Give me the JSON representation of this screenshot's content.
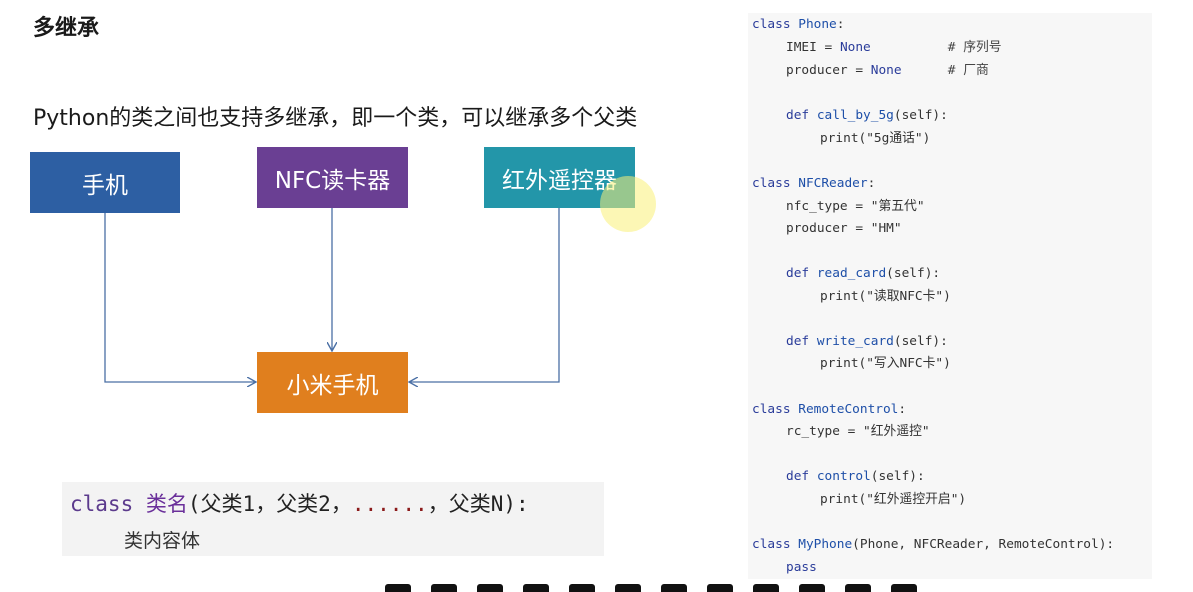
{
  "heading": "多继承",
  "intro": "Python的类之间也支持多继承，即一个类，可以继承多个父类",
  "diagram": {
    "nodes": [
      {
        "id": "phone",
        "label": "手机",
        "color": "#2d5fa3"
      },
      {
        "id": "nfc",
        "label": "NFC读卡器",
        "color": "#6a3f93"
      },
      {
        "id": "ir",
        "label": "红外遥控器",
        "color": "#2396a9"
      },
      {
        "id": "mi",
        "label": "小米手机",
        "color": "#e07f1e"
      }
    ],
    "edges": [
      {
        "from": "phone",
        "to": "mi"
      },
      {
        "from": "nfc",
        "to": "mi"
      },
      {
        "from": "ir",
        "to": "mi"
      }
    ]
  },
  "syntax": {
    "keyword": "class",
    "class_name": "类名",
    "open": "(",
    "p1": "父类1",
    "sep1": "，",
    "p2": "父类2",
    "sep2": "，",
    "dots": "......",
    "sep3": "，",
    "pn": "父类N",
    "close": "):",
    "body": "类内容体"
  },
  "code": {
    "lines": [
      {
        "indent": 0,
        "parts": [
          [
            "k",
            "class "
          ],
          [
            "clsn",
            "Phone"
          ],
          [
            "s",
            ":"
          ]
        ]
      },
      {
        "indent": 1,
        "parts": [
          [
            "s",
            "IMEI = "
          ],
          [
            "k",
            "None"
          ],
          [
            "cm",
            "          # 序列号"
          ]
        ]
      },
      {
        "indent": 1,
        "parts": [
          [
            "s",
            "producer = "
          ],
          [
            "k",
            "None"
          ],
          [
            "cm",
            "      # 厂商"
          ]
        ]
      },
      {
        "indent": 1,
        "parts": []
      },
      {
        "indent": 1,
        "parts": [
          [
            "k",
            "def "
          ],
          [
            "fn",
            "call_by_5g"
          ],
          [
            "s",
            "(self):"
          ]
        ]
      },
      {
        "indent": 2,
        "parts": [
          [
            "s",
            "print(\"5g通话\")"
          ]
        ]
      },
      {
        "indent": 0,
        "parts": []
      },
      {
        "indent": 0,
        "parts": [
          [
            "k",
            "class "
          ],
          [
            "clsn",
            "NFCReader"
          ],
          [
            "s",
            ":"
          ]
        ]
      },
      {
        "indent": 1,
        "parts": [
          [
            "s",
            "nfc_type = \"第五代\""
          ]
        ]
      },
      {
        "indent": 1,
        "parts": [
          [
            "s",
            "producer = \"HM\""
          ]
        ]
      },
      {
        "indent": 1,
        "parts": []
      },
      {
        "indent": 1,
        "parts": [
          [
            "k",
            "def "
          ],
          [
            "fn",
            "read_card"
          ],
          [
            "s",
            "(self):"
          ]
        ]
      },
      {
        "indent": 2,
        "parts": [
          [
            "s",
            "print(\"读取NFC卡\")"
          ]
        ]
      },
      {
        "indent": 1,
        "parts": []
      },
      {
        "indent": 1,
        "parts": [
          [
            "k",
            "def "
          ],
          [
            "fn",
            "write_card"
          ],
          [
            "s",
            "(self):"
          ]
        ]
      },
      {
        "indent": 2,
        "parts": [
          [
            "s",
            "print(\"写入NFC卡\")"
          ]
        ]
      },
      {
        "indent": 0,
        "parts": []
      },
      {
        "indent": 0,
        "parts": [
          [
            "k",
            "class "
          ],
          [
            "clsn",
            "RemoteControl"
          ],
          [
            "s",
            ":"
          ]
        ]
      },
      {
        "indent": 1,
        "parts": [
          [
            "s",
            "rc_type = \"红外遥控\""
          ]
        ]
      },
      {
        "indent": 1,
        "parts": []
      },
      {
        "indent": 1,
        "parts": [
          [
            "k",
            "def "
          ],
          [
            "fn",
            "control"
          ],
          [
            "s",
            "(self):"
          ]
        ]
      },
      {
        "indent": 2,
        "parts": [
          [
            "s",
            "print(\"红外遥控开启\")"
          ]
        ]
      },
      {
        "indent": 0,
        "parts": []
      },
      {
        "indent": 0,
        "parts": [
          [
            "k",
            "class "
          ],
          [
            "clsn",
            "MyPhone"
          ],
          [
            "s",
            "(Phone, NFCReader, RemoteControl):"
          ]
        ]
      },
      {
        "indent": 1,
        "parts": [
          [
            "k",
            "pass"
          ]
        ]
      }
    ]
  }
}
